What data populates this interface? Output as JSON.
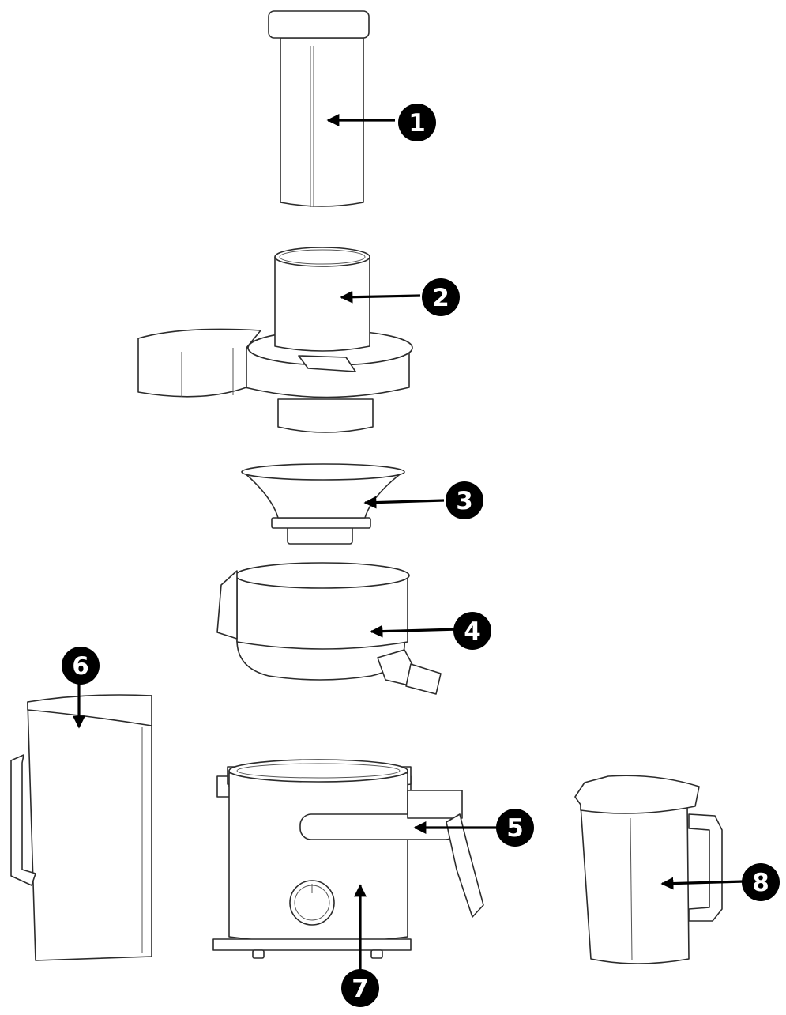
{
  "callouts": [
    {
      "id": "callout-1",
      "label": "1"
    },
    {
      "id": "callout-2",
      "label": "2"
    },
    {
      "id": "callout-3",
      "label": "3"
    },
    {
      "id": "callout-4",
      "label": "4"
    },
    {
      "id": "callout-5",
      "label": "5"
    },
    {
      "id": "callout-6",
      "label": "6"
    },
    {
      "id": "callout-7",
      "label": "7"
    },
    {
      "id": "callout-8",
      "label": "8"
    }
  ],
  "colors": {
    "line": "#2b2b2b",
    "badge": "#000000",
    "background": "#ffffff"
  }
}
